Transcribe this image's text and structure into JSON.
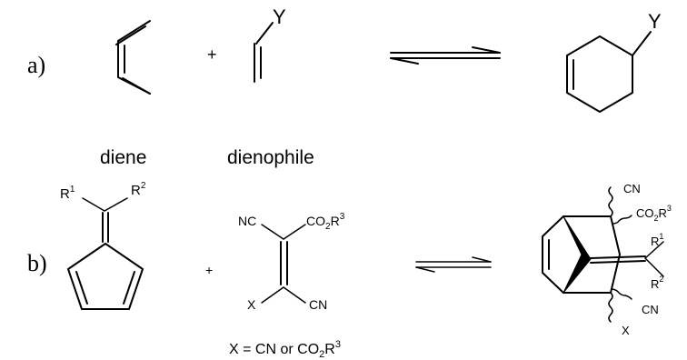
{
  "reaction_a": {
    "label": "a)",
    "plus": "+",
    "diene_caption": "diene",
    "dienophile_caption": "dienophile",
    "substituent": "Y"
  },
  "reaction_b": {
    "label": "b)",
    "plus": "+",
    "r1": "R",
    "r1_sup": "1",
    "r2": "R",
    "r2_sup": "2",
    "nc": "NC",
    "co2r3_base": "CO",
    "co2r3_sub": "2",
    "co2r3_r": "R",
    "co2r3_sup": "3",
    "x": "X",
    "cn": "CN",
    "footnote_prefix": "X = CN or CO",
    "footnote_sub": "2",
    "footnote_r": "R",
    "footnote_sup": "3",
    "product_cn_top": "CN",
    "product_co2": "CO",
    "product_co2_sub": "2",
    "product_co2_r": "R",
    "product_co2_sup": "3",
    "product_r1": "R",
    "product_r1_sup": "1",
    "product_r2": "R",
    "product_r2_sup": "2",
    "product_cn_bottom": "CN",
    "product_x": "X"
  }
}
